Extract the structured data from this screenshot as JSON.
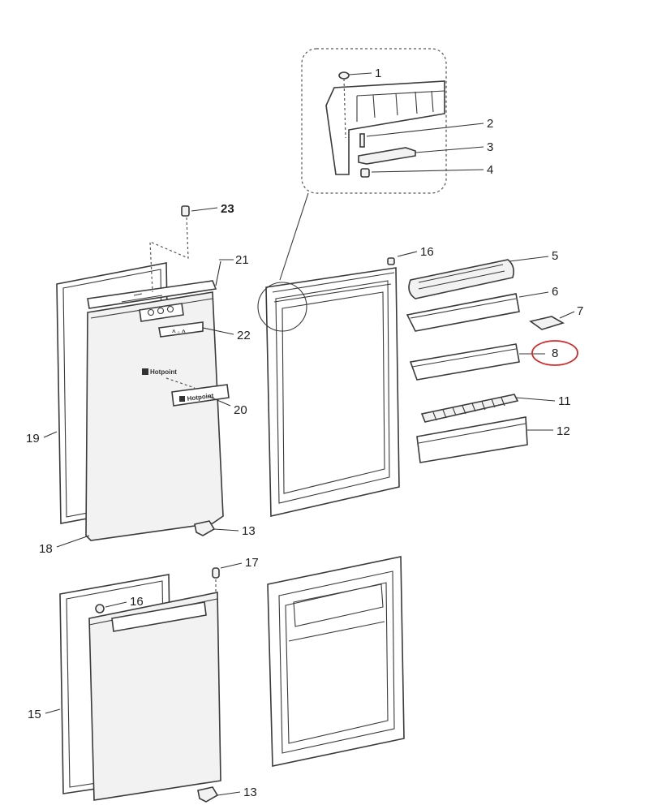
{
  "diagram": {
    "callouts": {
      "c1": "1",
      "c2": "2",
      "c3": "3",
      "c4": "4",
      "c5": "5",
      "c6": "6",
      "c7": "7",
      "c8": "8",
      "c11": "11",
      "c12": "12",
      "c13a": "13",
      "c13b": "13",
      "c15": "15",
      "c16a": "16",
      "c16b": "16",
      "c17": "17",
      "c18": "18",
      "c19": "19",
      "c20": "20",
      "c21": "21",
      "c22": "22",
      "c23": "23"
    },
    "brand_text": "Hotpoint",
    "brand_label_text": "Hotpoint",
    "highlight_color": "#d42a2a"
  }
}
